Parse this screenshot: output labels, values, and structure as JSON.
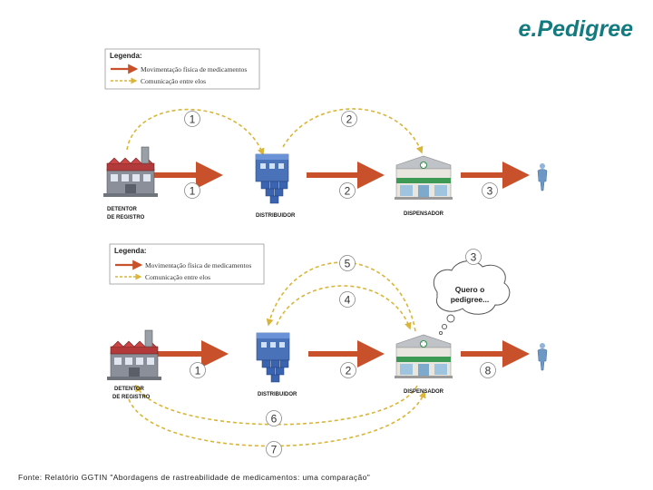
{
  "title": "e.Pedigree",
  "source": "Fonte: Relatório GGTIN \"Abordagens de rastreabilidade de medicamentos: uma comparação\"",
  "colors": {
    "title": "#137a80",
    "physical_arrow": "#c8502a",
    "communication_arrow": "#d9b53a",
    "legend_border": "#9a9a9a"
  },
  "legend": {
    "title": "Legenda:",
    "physical": "Movimentação física de medicamentos",
    "communication": "Comunicação entre elos"
  },
  "labels": {
    "holder_line1": "DETENTOR",
    "holder_line2": "DE REGISTRO",
    "distributor": "DISTRIBUIDOR",
    "dispenser": "DISPENSADOR"
  },
  "bubble": {
    "line1": "Quero o",
    "line2": "pedigree..."
  },
  "diagram1": {
    "comm_numbers": [
      "1",
      "2"
    ],
    "phys_numbers": [
      "1",
      "2",
      "3"
    ]
  },
  "diagram2": {
    "top_numbers": [
      "5",
      "4",
      "3"
    ],
    "phys_numbers": [
      "1",
      "2",
      "8"
    ],
    "bottom_numbers": [
      "6",
      "7"
    ]
  },
  "icons": [
    "factory-icon",
    "warehouse-icon",
    "pharmacy-icon",
    "person-icon",
    "thought-bubble-icon"
  ]
}
